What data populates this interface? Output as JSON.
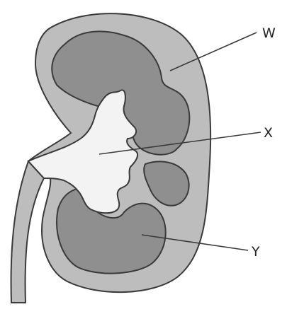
{
  "labels": {
    "w": "W",
    "x": "X",
    "y": "Y"
  },
  "colors": {
    "cortex": "#bdbdbd",
    "medulla": "#8f8f8f",
    "pelvis": "#f3f3f3",
    "outline": "#3a3a3a"
  }
}
